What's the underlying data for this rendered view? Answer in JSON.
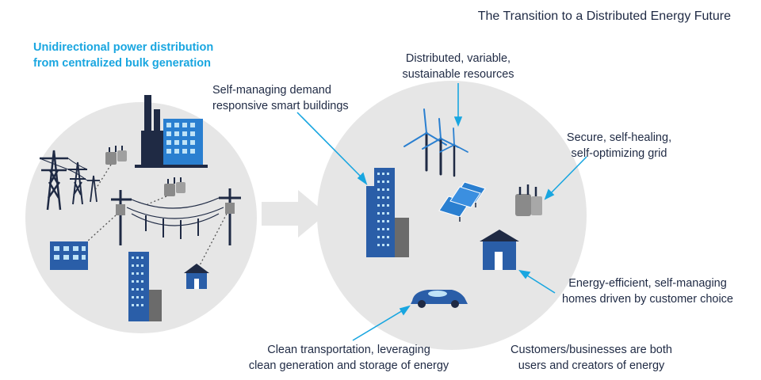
{
  "title": "The Transition to a Distributed Energy Future",
  "left_heading": [
    "Unidirectional power distribution",
    "from centralized bulk generation"
  ],
  "callouts": {
    "smart_buildings": [
      "Self-managing demand",
      "responsive smart buildings"
    ],
    "resources": [
      "Distributed, variable,",
      "sustainable resources"
    ],
    "grid": [
      "Secure, self-healing,",
      "self-optimizing grid"
    ],
    "homes": [
      "Energy-efficient, self-managing",
      "homes driven by customer choice"
    ],
    "transport": [
      "Clean transportation, leveraging",
      "clean generation and storage of energy"
    ],
    "customers": [
      "Customers/businesses are both",
      "users and creators of energy"
    ]
  },
  "colors": {
    "accent_blue": "#19a6e0",
    "building_blue": "#2a5ea8",
    "dark_navy": "#1f2a44",
    "circle_grey": "#e6e6e6"
  }
}
